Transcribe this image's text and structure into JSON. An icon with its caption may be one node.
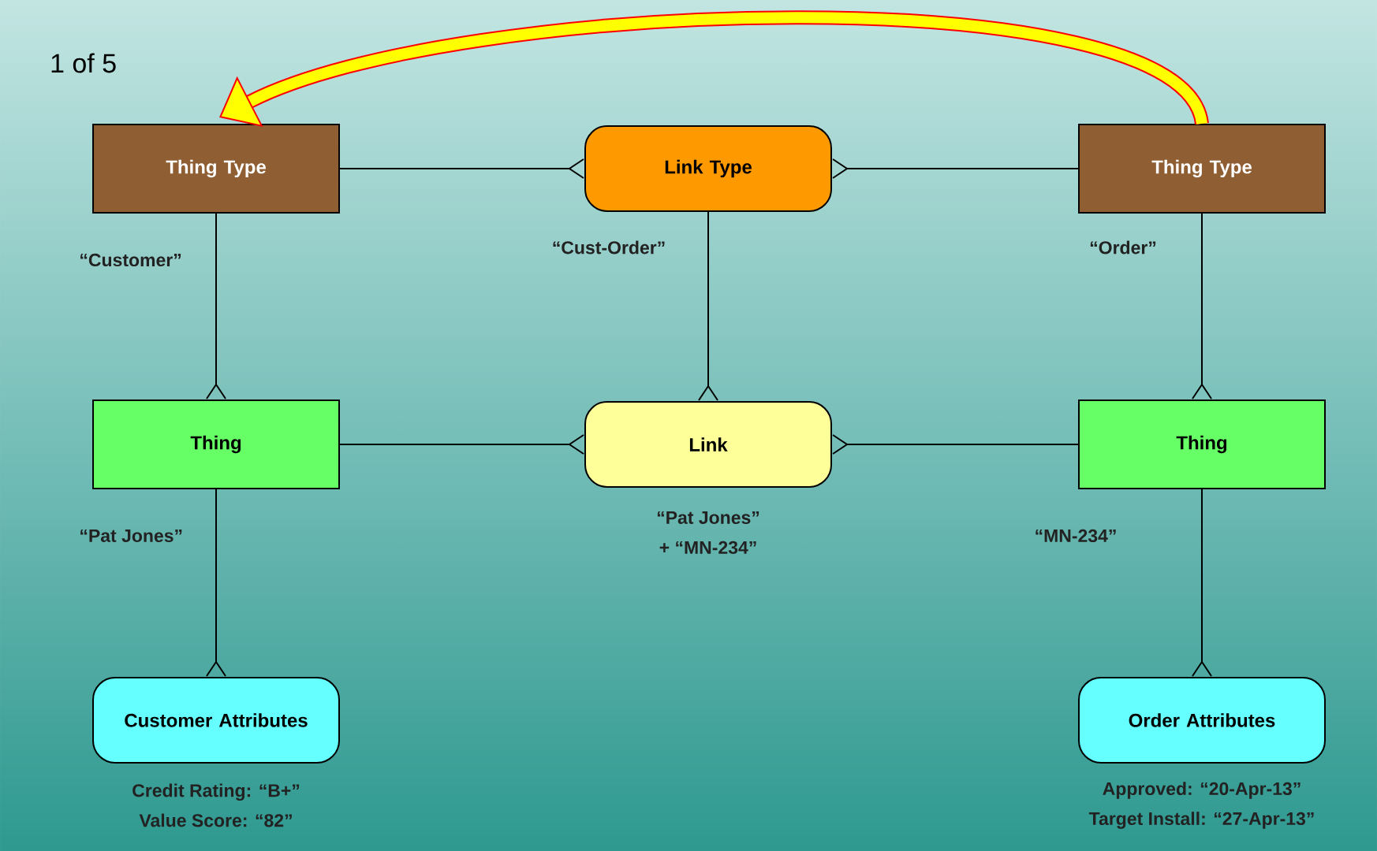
{
  "diagram": {
    "nodes": [
      {
        "text": [
          "Thing Type"
        ],
        "beside": [
          "“Customer”"
        ]
      },
      {
        "text": [
          "Link Type"
        ],
        "beside": [
          "“Cust-Order”"
        ]
      },
      {
        "text": [
          "Thing Type"
        ],
        "beside": [
          "“Order”"
        ]
      },
      {
        "text": [
          "Thing"
        ],
        "beside": [
          "“Pat Jones”"
        ]
      },
      {
        "text": [
          "Link"
        ],
        "beside": [
          "“Pat Jones”",
          "+ “MN-234”"
        ]
      },
      {
        "text": [
          "Thing"
        ],
        "beside": [
          "“MN-234”"
        ]
      },
      {
        "text": [
          "Customer Attributes"
        ],
        "beside": [
          "Credit Rating: “B+”",
          "Value Score: “82”"
        ]
      },
      {
        "text": [
          "Order Attributes"
        ],
        "beside": [
          "Approved: “20-Apr-13”",
          "Target Install: “27-Apr-13”"
        ]
      }
    ],
    "edges": [
      {
        "from": 0,
        "to": 1,
        "arrow": "other"
      },
      {
        "from": 2,
        "to": 1,
        "arrow": "other"
      },
      {
        "from": 0,
        "to": 3,
        "arrow": "other"
      },
      {
        "from": 1,
        "to": 4,
        "arrow": "other"
      },
      {
        "from": 2,
        "to": 5,
        "arrow": "other"
      },
      {
        "from": 3,
        "to": 4,
        "arrow": "other"
      },
      {
        "from": 5,
        "to": 4,
        "arrow": "other"
      },
      {
        "from": 3,
        "to": 6,
        "arrow": "other"
      },
      {
        "from": 5,
        "to": 7,
        "arrow": "other"
      },
      {
        "from": 2,
        "to": 0,
        "arrow": "to",
        "style": "thick",
        "color": "#ff0000"
      }
    ],
    "labels": [
      "1 of 5"
    ]
  }
}
